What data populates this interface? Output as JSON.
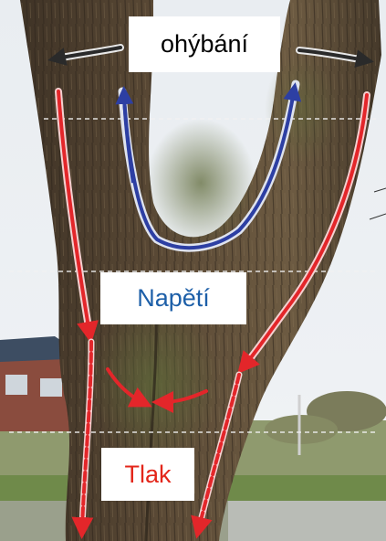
{
  "labels": {
    "bending": "ohýbání",
    "tension": "Napětí",
    "compression": "Tlak"
  },
  "colors": {
    "bending_text": "#000000",
    "tension_text": "#1d5fa8",
    "compression_text": "#e3261a",
    "compression_arrow": "#e3262a",
    "tension_arrow": "#2d3fa3",
    "bending_arrow": "#2a2a2a"
  },
  "icons": {
    "bending_arrows": "curved-arrow-icon",
    "tension_arrow": "u-shaped-double-arrow-icon",
    "compression_arrows": "downward-arrow-icon"
  }
}
